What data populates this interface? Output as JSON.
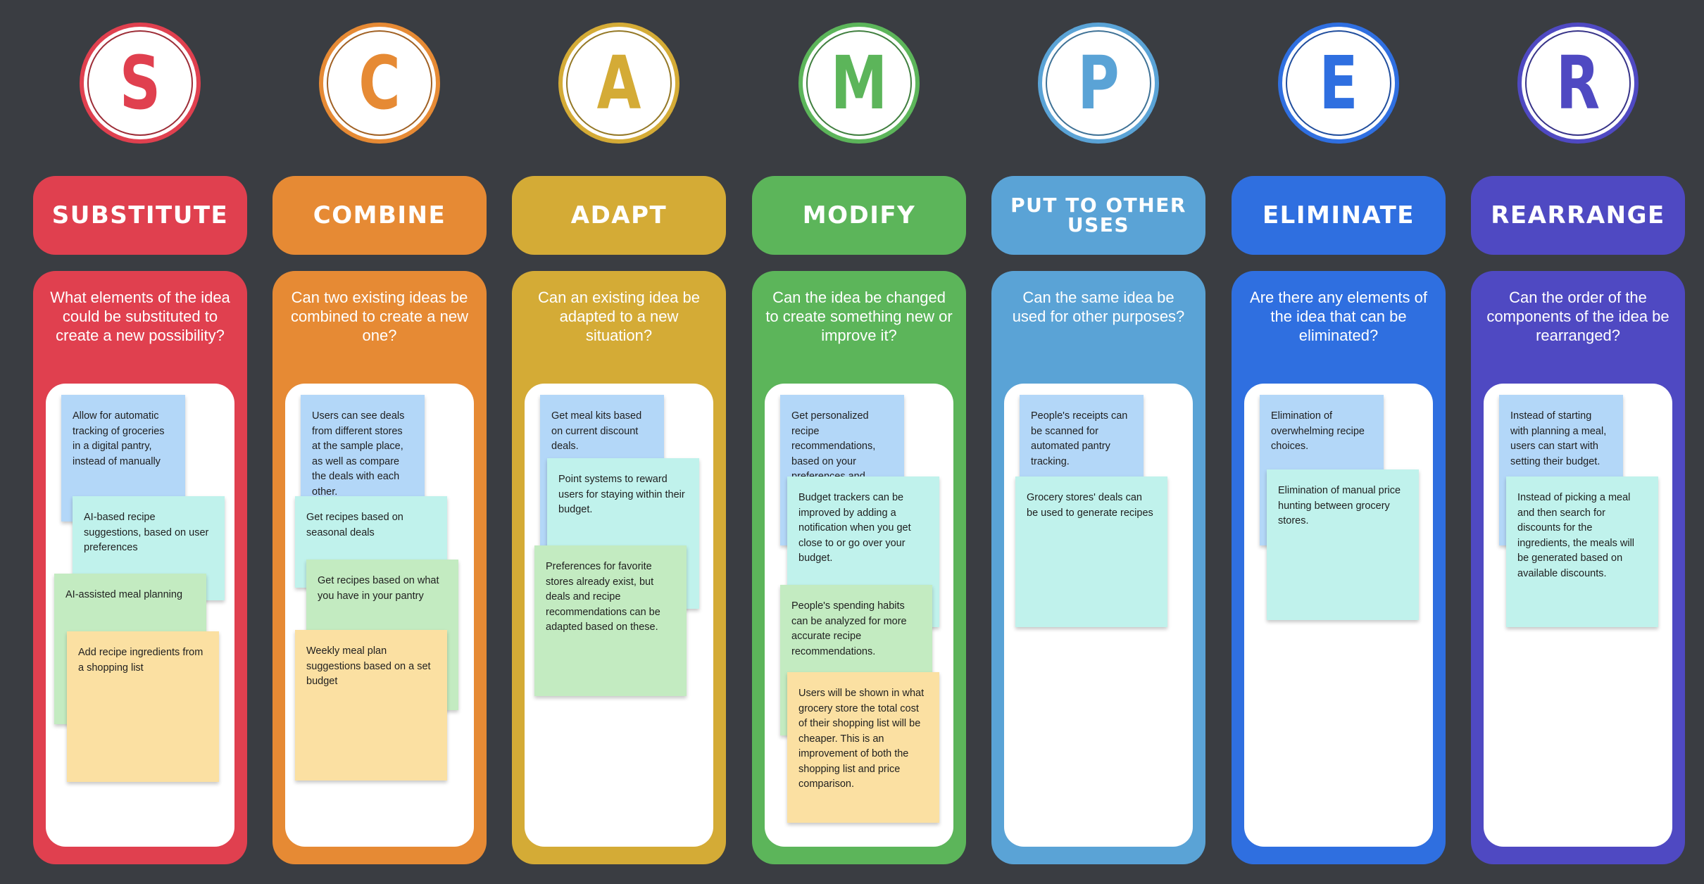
{
  "columns": [
    {
      "letter": "S",
      "title": "SUBSTITUTE",
      "color": "#e0404f",
      "question": "What elements of the idea could be substituted to create a new possibility?",
      "notes": [
        "Allow for automatic tracking of groceries in a digital pantry, instead of manually",
        "AI-based recipe suggestions, based on user preferences",
        "AI-assisted meal planning",
        "Add recipe ingredients from a shopping list"
      ]
    },
    {
      "letter": "C",
      "title": "COMBINE",
      "color": "#e68a34",
      "question": "Can two existing ideas be combined to create a new one?",
      "notes": [
        "Users can see deals from different stores at the sample place, as well as compare the deals with each other.",
        "Get recipes based on seasonal deals",
        "Get recipes based on what you have in your pantry",
        "Weekly meal plan suggestions based on a set budget"
      ]
    },
    {
      "letter": "A",
      "title": "ADAPT",
      "color": "#d4ab36",
      "question": "Can an existing idea be adapted to a new situation?",
      "notes": [
        "Get meal kits based on current discount deals.",
        "Point systems to reward users for staying within their budget.",
        "Preferences for favorite stores already exist, but deals and recipe recommendations can be adapted based on these."
      ]
    },
    {
      "letter": "M",
      "title": "MODIFY",
      "color": "#5cb55a",
      "question": "Can the idea be changed to create something new or improve it?",
      "notes": [
        "Get personalized recipe recommendations, based on your preferences and budget.",
        "Budget trackers can be improved by adding a notification when you get close to or go over your budget.",
        "People's spending habits can be analyzed for more accurate recipe recommendations.",
        "Users will be shown in what grocery store the total cost of their shopping list will be cheaper. This is an improvement of both the shopping list and price comparison."
      ]
    },
    {
      "letter": "P",
      "title": "PUT TO OTHER USES",
      "color": "#5aa3d6",
      "question": "Can the same idea be used for other purposes?",
      "notes": [
        "People's receipts can be scanned for automated pantry tracking.",
        "Grocery stores' deals can be used to generate recipes"
      ]
    },
    {
      "letter": "E",
      "title": "ELIMINATE",
      "color": "#2f6fe0",
      "question": "Are there any elements of the idea that can be eliminated?",
      "notes": [
        "Elimination of overwhelming recipe choices.",
        "Elimination of manual price hunting between grocery stores."
      ]
    },
    {
      "letter": "R",
      "title": "REARRANGE",
      "color": "#4f49c2",
      "question": "Can the order of the components of the idea be rearranged?",
      "notes": [
        "Instead of starting with planning a meal, users can start with setting their budget.",
        "Instead of picking a meal and then search for discounts for the ingredients, the meals will be generated based on available discounts."
      ]
    }
  ]
}
